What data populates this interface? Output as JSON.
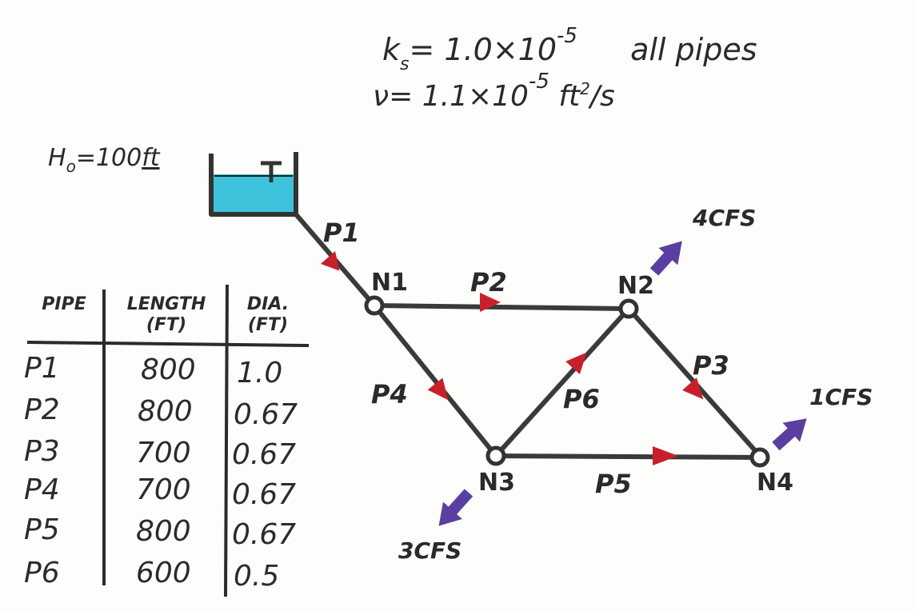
{
  "formula": {
    "ks_prefix": "k",
    "ks_sub": "s",
    "ks_value": "= 1.0×10",
    "ks_exp": "-5",
    "ks_suffix": "all pipes",
    "nu_symbol": "ν",
    "nu_value": "= 1.1×10",
    "nu_exp": "-5",
    "nu_unit_a": "ft",
    "nu_unit_sup": "2",
    "nu_unit_b": "/s"
  },
  "reservoir": {
    "head_label_a": "H",
    "head_label_sub": "o",
    "head_label_b": "=100",
    "head_unit": "ft",
    "water_color": "#3fc3dc"
  },
  "pipes": [
    "P1",
    "P2",
    "P3",
    "P4",
    "P5",
    "P6"
  ],
  "nodes": [
    "N1",
    "N2",
    "N3",
    "N4"
  ],
  "demands": {
    "N2": "4CFS",
    "N3": "3CFS",
    "N4": "1CFS"
  },
  "table": {
    "headers": [
      [
        "PIPE"
      ],
      [
        "LENGTH",
        "(FT)"
      ],
      [
        "DIA.",
        "(FT)"
      ]
    ],
    "rows": [
      [
        "P1",
        "800",
        "1.0"
      ],
      [
        "P2",
        "800",
        "0.67"
      ],
      [
        "P3",
        "700",
        "0.67"
      ],
      [
        "P4",
        "700",
        "0.67"
      ],
      [
        "P5",
        "800",
        "0.67"
      ],
      [
        "P6",
        "600",
        "0.5"
      ]
    ]
  },
  "colors": {
    "pipe": "#3a3a3a",
    "flow_arrow": "#c8202a",
    "demand_arrow": "#5a3fa0"
  }
}
